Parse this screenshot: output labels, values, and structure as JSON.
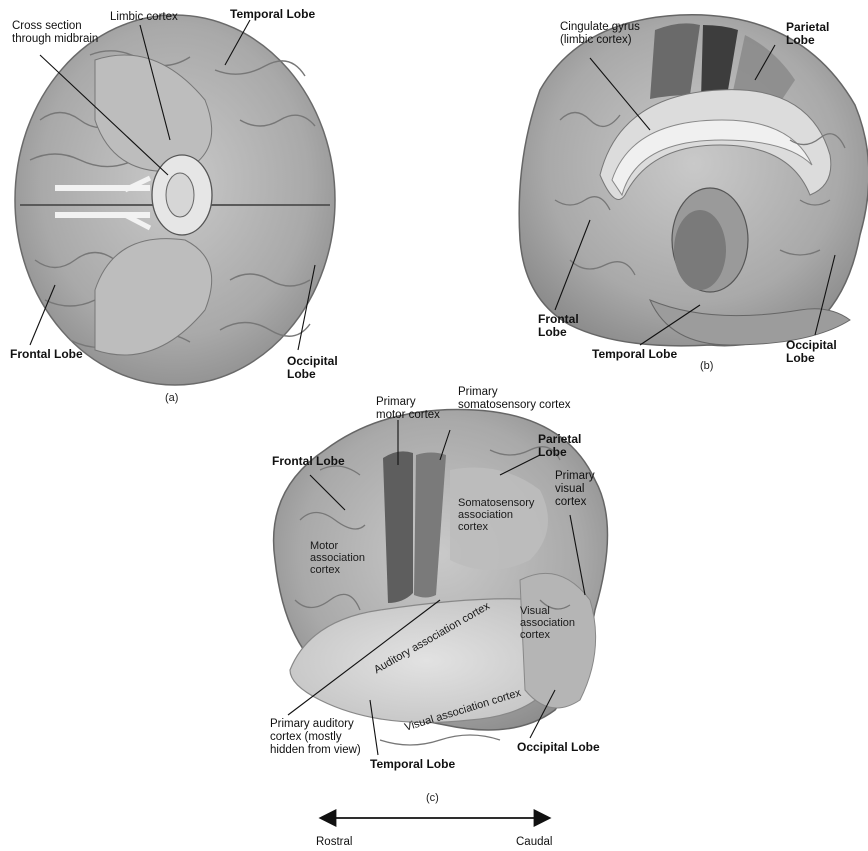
{
  "panel_a": {
    "tag": "(a)",
    "cross_section": "Cross section\nthrough midbrain",
    "limbic_cortex": "Limbic cortex",
    "temporal_lobe": "Temporal Lobe",
    "frontal_lobe": "Frontal Lobe",
    "occipital_lobe": "Occipital\nLobe"
  },
  "panel_b": {
    "tag": "(b)",
    "cingulate": "Cingulate gyrus\n(limbic cortex)",
    "parietal_lobe": "Parietal\nLobe",
    "frontal_lobe": "Frontal\nLobe",
    "temporal_lobe": "Temporal Lobe",
    "occipital_lobe": "Occipital Lobe"
  },
  "panel_c": {
    "tag": "(c)",
    "primary_motor": "Primary\nmotor cortex",
    "primary_somatosensory": "Primary\nsomatosensory cortex",
    "parietal_lobe": "Parietal\nLobe",
    "frontal_lobe": "Frontal Lobe",
    "primary_visual": "Primary\nvisual\ncortex",
    "somatosensory_assoc": "Somatosensory\nassociation\ncortex",
    "motor_assoc": "Motor\nassociation\ncortex",
    "visual_assoc": "Visual\nassociation\ncortex",
    "auditory_assoc_curve": "Auditory association cortex",
    "visual_assoc_curve": "Visual association cortex",
    "primary_auditory": "Primary auditory\ncortex (mostly\nhidden from view)",
    "temporal_lobe": "Temporal Lobe",
    "occipital_lobe": "Occipital Lobe"
  },
  "axis": {
    "rostral": "Rostral",
    "caudal": "Caudal"
  }
}
